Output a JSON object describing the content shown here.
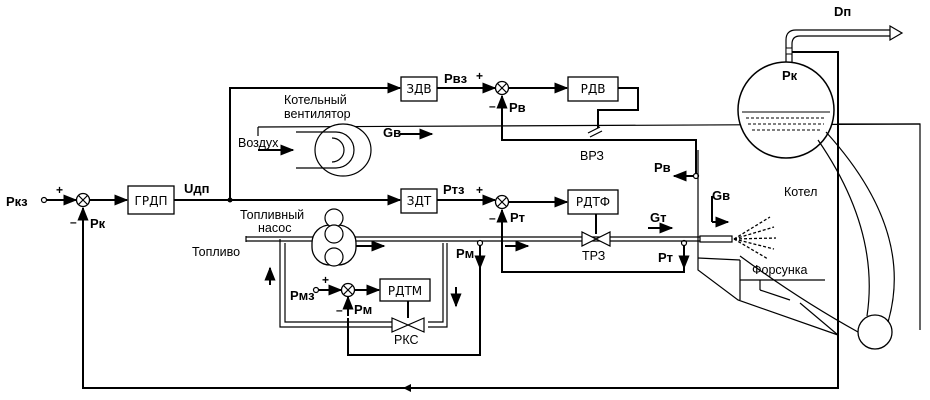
{
  "blocks": {
    "grdp": "ГРДП",
    "zdv": "ЗДВ",
    "rdv": "РДВ",
    "zdt": "ЗДТ",
    "rdtf": "РДТФ",
    "rdtm": "РДТМ"
  },
  "signals": {
    "rkz": "Ркз",
    "rk_feedback": "Рк",
    "udp": "Uдп",
    "rvz": "Рвз",
    "rv": "Рв",
    "rv_right": "Рв",
    "gv": "Gв",
    "gv_vertical": "Gв",
    "rtz": "Ртз",
    "rt": "Рт",
    "rt_right": "Рт",
    "gt": "Gт",
    "rm": "Рм",
    "rm_lower": "Рм",
    "rmz": "Рмз",
    "dp": "Dп",
    "rk_drum": "Рк"
  },
  "captions": {
    "fan_line1": "Котельный",
    "fan_line2": "вентилятор",
    "air": "Воздух",
    "pump_line1": "Топливный",
    "pump_line2": "насос",
    "fuel": "Топливо",
    "vrz": "ВРЗ",
    "trz": "ТРЗ",
    "rks": "РКС",
    "boiler": "Котел",
    "burner": "Форсунка"
  },
  "signs": {
    "plus": "+",
    "minus": "–"
  }
}
